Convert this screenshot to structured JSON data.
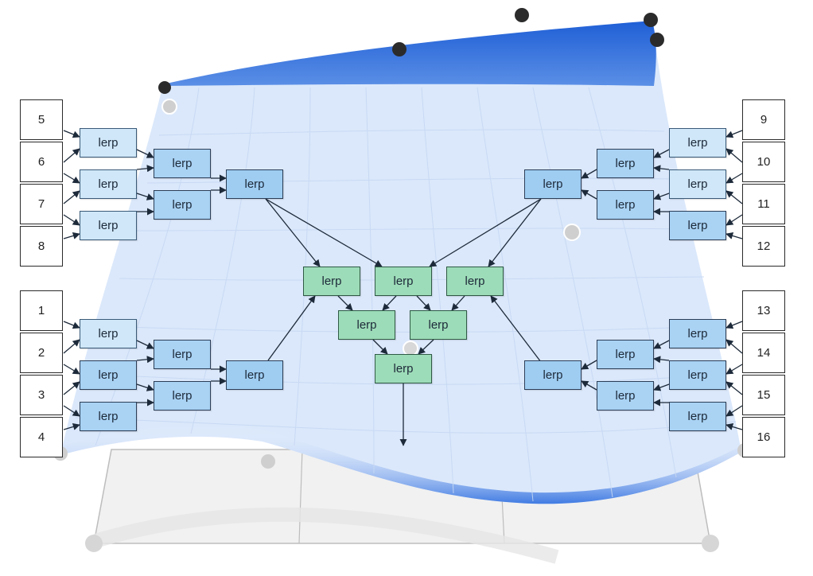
{
  "colors": {
    "surface_top": "#1f5fd6",
    "surface_fill": "#dbe8fb",
    "lerp_level1": "#cfe7f8",
    "lerp_level2": "#a9d2f3",
    "lerp_center": "#9ddcb8"
  },
  "node_label": "lerp",
  "groups": [
    {
      "id": "top-left",
      "numbers": [
        "5",
        "6",
        "7",
        "8"
      ]
    },
    {
      "id": "top-right",
      "numbers": [
        "9",
        "10",
        "11",
        "12"
      ]
    },
    {
      "id": "bottom-left",
      "numbers": [
        "1",
        "2",
        "3",
        "4"
      ]
    },
    {
      "id": "bottom-right",
      "numbers": [
        "13",
        "14",
        "15",
        "16"
      ]
    }
  ]
}
